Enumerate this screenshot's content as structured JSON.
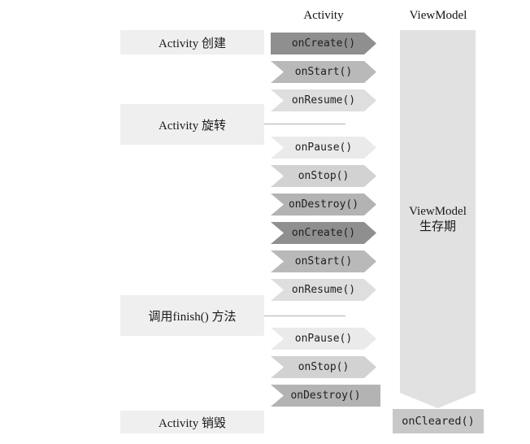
{
  "headers": {
    "activity": "Activity",
    "viewmodel": "ViewModel"
  },
  "left_labels": [
    {
      "text": "Activity 创建"
    },
    {
      "text": "Activity 旋转"
    },
    {
      "text": "调用finish() 方法"
    },
    {
      "text": "Activity 销毁"
    }
  ],
  "arrows": [
    {
      "label": "onCreate()",
      "color": "#8f8f8f"
    },
    {
      "label": "onStart()",
      "color": "#b9b9b9"
    },
    {
      "label": "onResume()",
      "color": "#dedede"
    },
    {
      "label": "onPause()",
      "color": "#eaeaea"
    },
    {
      "label": "onStop()",
      "color": "#d2d2d2"
    },
    {
      "label": "onDestroy()",
      "color": "#b3b3b3"
    },
    {
      "label": "onCreate()",
      "color": "#8f8f8f"
    },
    {
      "label": "onStart()",
      "color": "#b9b9b9"
    },
    {
      "label": "onResume()",
      "color": "#dedede"
    },
    {
      "label": "onPause()",
      "color": "#eaeaea"
    },
    {
      "label": "onStop()",
      "color": "#d2d2d2"
    },
    {
      "label": "onDestroy()",
      "color": "#b3b3b3"
    }
  ],
  "viewmodel_column": {
    "label_line1": "ViewModel",
    "label_line2": "生存期",
    "fill": "#e1e1e1",
    "oncleared_label": "onCleared()",
    "oncleared_fill": "#c8c8c8"
  },
  "side_box_fill": "#efefef",
  "connector_color": "#b0b0b0"
}
